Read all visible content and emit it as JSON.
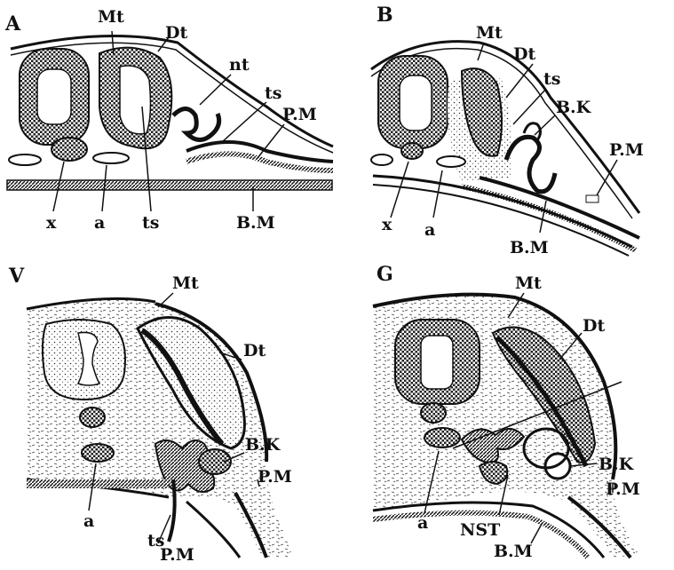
{
  "panels": [
    {
      "letter": "A",
      "labels": {
        "mt": "Mt",
        "dt": "Dt",
        "nt": "nt",
        "ts_upper": "ts",
        "pm": "P.M",
        "x": "x",
        "a": "a",
        "ts_lower": "ts",
        "bm": "B.M"
      }
    },
    {
      "letter": "B",
      "labels": {
        "mt": "Mt",
        "dt": "Dt",
        "ts": "ts",
        "bk": "B.K",
        "pm": "P.M",
        "x": "x",
        "a": "a",
        "bm": "B.M"
      }
    },
    {
      "letter": "V",
      "labels": {
        "mt": "Mt",
        "dt": "Dt",
        "bk": "B.K",
        "pm_right": "P.M",
        "a": "a",
        "ts": "ts",
        "pm_bottom": "P.M"
      }
    },
    {
      "letter": "G",
      "labels": {
        "mt": "Mt",
        "dt": "Dt",
        "bk": "B.K",
        "pm": "P.M",
        "a": "a",
        "nst": "NST",
        "bm": "B.M"
      }
    }
  ]
}
